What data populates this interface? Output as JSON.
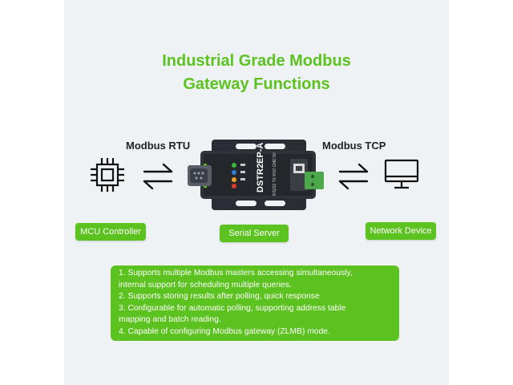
{
  "title": {
    "line1": "Industrial Grade Modbus",
    "line2": "Gateway Functions"
  },
  "protocols": {
    "left": "Modbus RTU",
    "right": "Modbus TCP"
  },
  "device": {
    "model": "DSTR2EP-A",
    "side_text": "RS232 TX RX2 GND 5V"
  },
  "labels": {
    "mcu": "MCU Controller",
    "server": "Serial Server",
    "network": "Network Device"
  },
  "features": [
    "1. Supports multiple Modbus masters accessing simultaneously,",
    "internal support for scheduling multiple queries.",
    "2. Supports storing results after polling, quick response",
    "3. Configurable for automatic polling, supporting address table",
    "mapping and batch reading.",
    "4. Capable of configuring Modbus gateway (ZLMB) mode."
  ],
  "colors": {
    "accent": "#5cc21f",
    "panel": "#eef2f5",
    "device_body": "#2a2d33"
  },
  "icons": [
    "chip-icon",
    "exchange-arrows-icon",
    "monitor-icon"
  ]
}
